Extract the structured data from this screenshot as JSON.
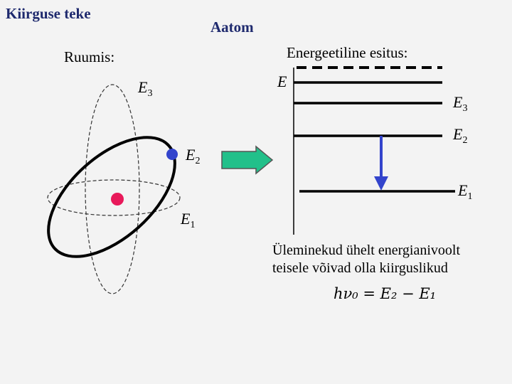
{
  "title": "Kiirguse teke",
  "subtitle": "Aatom",
  "space_label": "Ruumis:",
  "energy_label": "Energeetiline esitus:",
  "orbit_labels": {
    "e3": {
      "base": "E",
      "sub": "3"
    },
    "e2": {
      "base": "E",
      "sub": "2"
    },
    "e1": {
      "base": "E",
      "sub": "1"
    }
  },
  "axis_label": "E",
  "level_labels": {
    "e3": {
      "base": "E",
      "sub": "3"
    },
    "e2": {
      "base": "E",
      "sub": "2"
    },
    "e1": {
      "base": "E",
      "sub": "1"
    }
  },
  "caption": {
    "line1": "Üleminekud ühelt energianivoolt",
    "line2": "teisele võivad olla kiirguslikud"
  },
  "formula": "hν₀ = E₂ − E₁",
  "colors": {
    "title": "#1f2a6e",
    "electron": "#3344cc",
    "nucleus": "#e8195a",
    "arrow_fill": "#22c08a",
    "transition_arrow": "#3344cc"
  }
}
